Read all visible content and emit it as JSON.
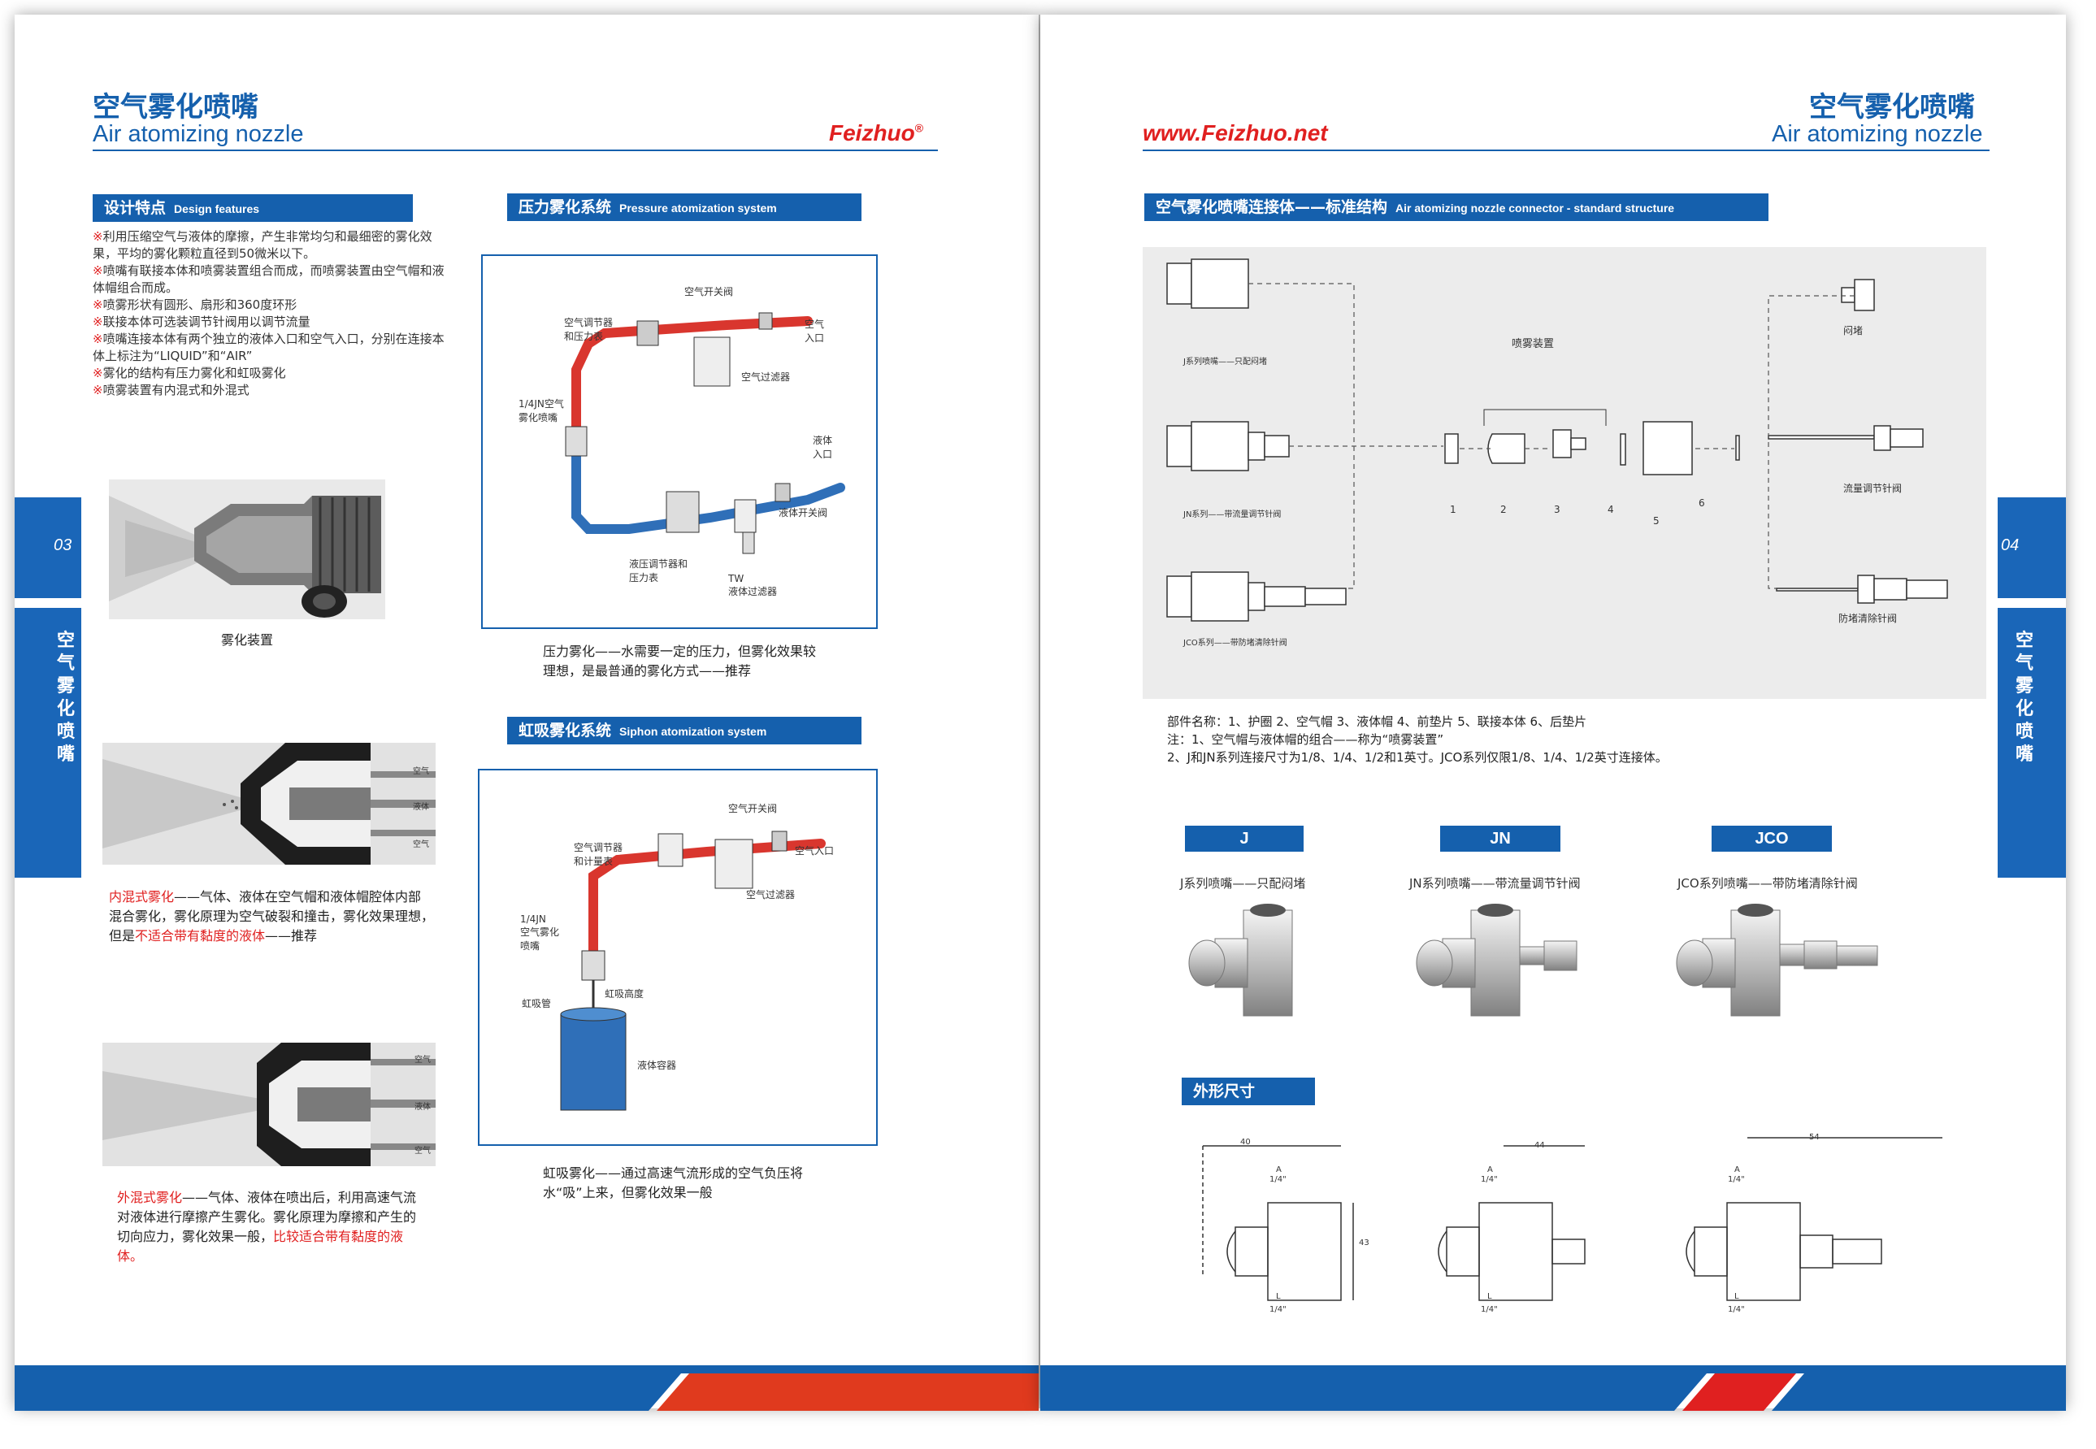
{
  "header": {
    "left_title_cn": "空气雾化喷嘴",
    "left_title_en": "Air atomizing nozzle",
    "brand": "Feizhuo",
    "brand_mark": "®",
    "website": "www.Feizhuo.net",
    "right_title_cn": "空气雾化喷嘴",
    "right_title_en": "Air atomizing nozzle"
  },
  "side": {
    "left_page_num": "03",
    "right_page_num": "04",
    "left_tab_text": "空气雾化喷嘴",
    "right_tab_text": "空气雾化喷嘴"
  },
  "design": {
    "title_cn": "设计特点",
    "title_en": "Design features",
    "items": [
      "利用压缩空气与液体的摩擦，产生非常均匀和最细密的雾化效果，平均的雾化颗粒直径到50微米以下。",
      "喷嘴有联接本体和喷雾装置组合而成，而喷雾装置由空气帽和液体帽组合而成。",
      "喷雾形状有圆形、扇形和360度环形",
      "联接本体可选装调节针阀用以调节流量",
      "喷嘴连接本体有两个独立的液体入口和空气入口，分别在连接本体上标注为“LIQUID”和“AIR”",
      "雾化的结构有压力雾化和虹吸雾化",
      "喷雾装置有内混式和外混式"
    ],
    "mark": "※"
  },
  "left_figures": {
    "atomizer_caption": "雾化装置",
    "internal_labels": [
      "空气",
      "液体",
      "空气"
    ],
    "internal_caption": {
      "red1": "内混式雾化",
      "text1": "——气体、液体在空气帽和液体帽腔体内部混合雾化，雾化原理为空气破裂和撞击，雾化效果理想，",
      "text2": "但是",
      "red2": "不适合带有黏度的液体",
      "text3": "——推荐"
    },
    "external_labels": [
      "空气",
      "液体",
      "空气"
    ],
    "external_caption": {
      "red1": "外混式雾化",
      "text1": "——气体、液体在喷出后，利用高速气流对液体进行摩擦产生雾化。雾化原理为摩擦和产生的切向应力，雾化效果一般，",
      "red2": "比较适合带有黏度的液体。"
    }
  },
  "pressure": {
    "title_cn": "压力雾化系统",
    "title_en": "Pressure atomization system",
    "labels": {
      "air_switch": "空气开关阀",
      "air_regulator": "空气调节器\n和压力表",
      "air_inlet": "空气\n入口",
      "air_filter": "空气过滤器",
      "nozzle": "1/4JN空气\n雾化喷嘴",
      "liquid_inlet": "液体\n入口",
      "liquid_switch": "液体开关阀",
      "liquid_regulator": "液压调节器和\n压力表",
      "liquid_filter": "TW\n液体过滤器"
    },
    "caption": "压力雾化——水需要一定的压力，但雾化效果较理想，是最普通的雾化方式——推荐"
  },
  "siphon": {
    "title_cn": "虹吸雾化系统",
    "title_en": "Siphon atomization system",
    "labels": {
      "air_switch": "空气开关阀",
      "air_regulator": "空气调节器\n和计量表",
      "air_inlet": "空气入口",
      "air_filter": "空气过滤器",
      "nozzle": "1/4JN\n空气雾化\n喷嘴",
      "siphon_height": "虹吸高度",
      "siphon_tube": "虹吸管",
      "container": "液体容器"
    },
    "caption": "虹吸雾化——通过高速气流形成的空气负压将水“吸”上来，但雾化效果一般"
  },
  "connector": {
    "title_cn": "空气雾化喷嘴连接体——标准结构",
    "title_en": "Air atomizing nozzle connector - standard structure",
    "labels": {
      "spray_setup": "喷雾装置",
      "j_series": "J系列喷嘴——只配闷堵",
      "jn_series": "JN系列——带流量调节针阀",
      "jco_series": "JCO系列——带防堵清除针阀",
      "plug": "闷堵",
      "flow_valve": "流量调节针阀",
      "clean_valve": "防堵清除针阀"
    },
    "part_numbers": [
      "1",
      "2",
      "3",
      "4",
      "5",
      "6"
    ],
    "notes": [
      "部件名称：1、护圈      2、空气帽    3、液体帽  4、前垫片  5、联接本体  6、后垫片",
      "注：1、空气帽与液体帽的组合——称为“喷雾装置”",
      "2、J和JN系列连接尺寸为1/8、1/4、1/2和1英寸。JCO系列仅限1/8、1/4、1/2英寸连接体。"
    ]
  },
  "models": [
    {
      "code": "J",
      "desc": "J系列喷嘴——只配闷堵"
    },
    {
      "code": "JN",
      "desc": "JN系列喷嘴——带流量调节针阀"
    },
    {
      "code": "JCO",
      "desc": "JCO系列喷嘴——带防堵清除针阀"
    }
  ],
  "dimensions": {
    "title_cn": "外形尺寸",
    "values": {
      "d1": "40",
      "d2": "44",
      "d3": "54",
      "h": "43"
    },
    "a_label": "A",
    "l_label": "L",
    "thread": "1/4\""
  },
  "colors": {
    "brand_blue": "#1560ad",
    "accent_red": "#e02020",
    "air_pipe": "#d9362e",
    "liquid_pipe": "#2f6fb8"
  }
}
